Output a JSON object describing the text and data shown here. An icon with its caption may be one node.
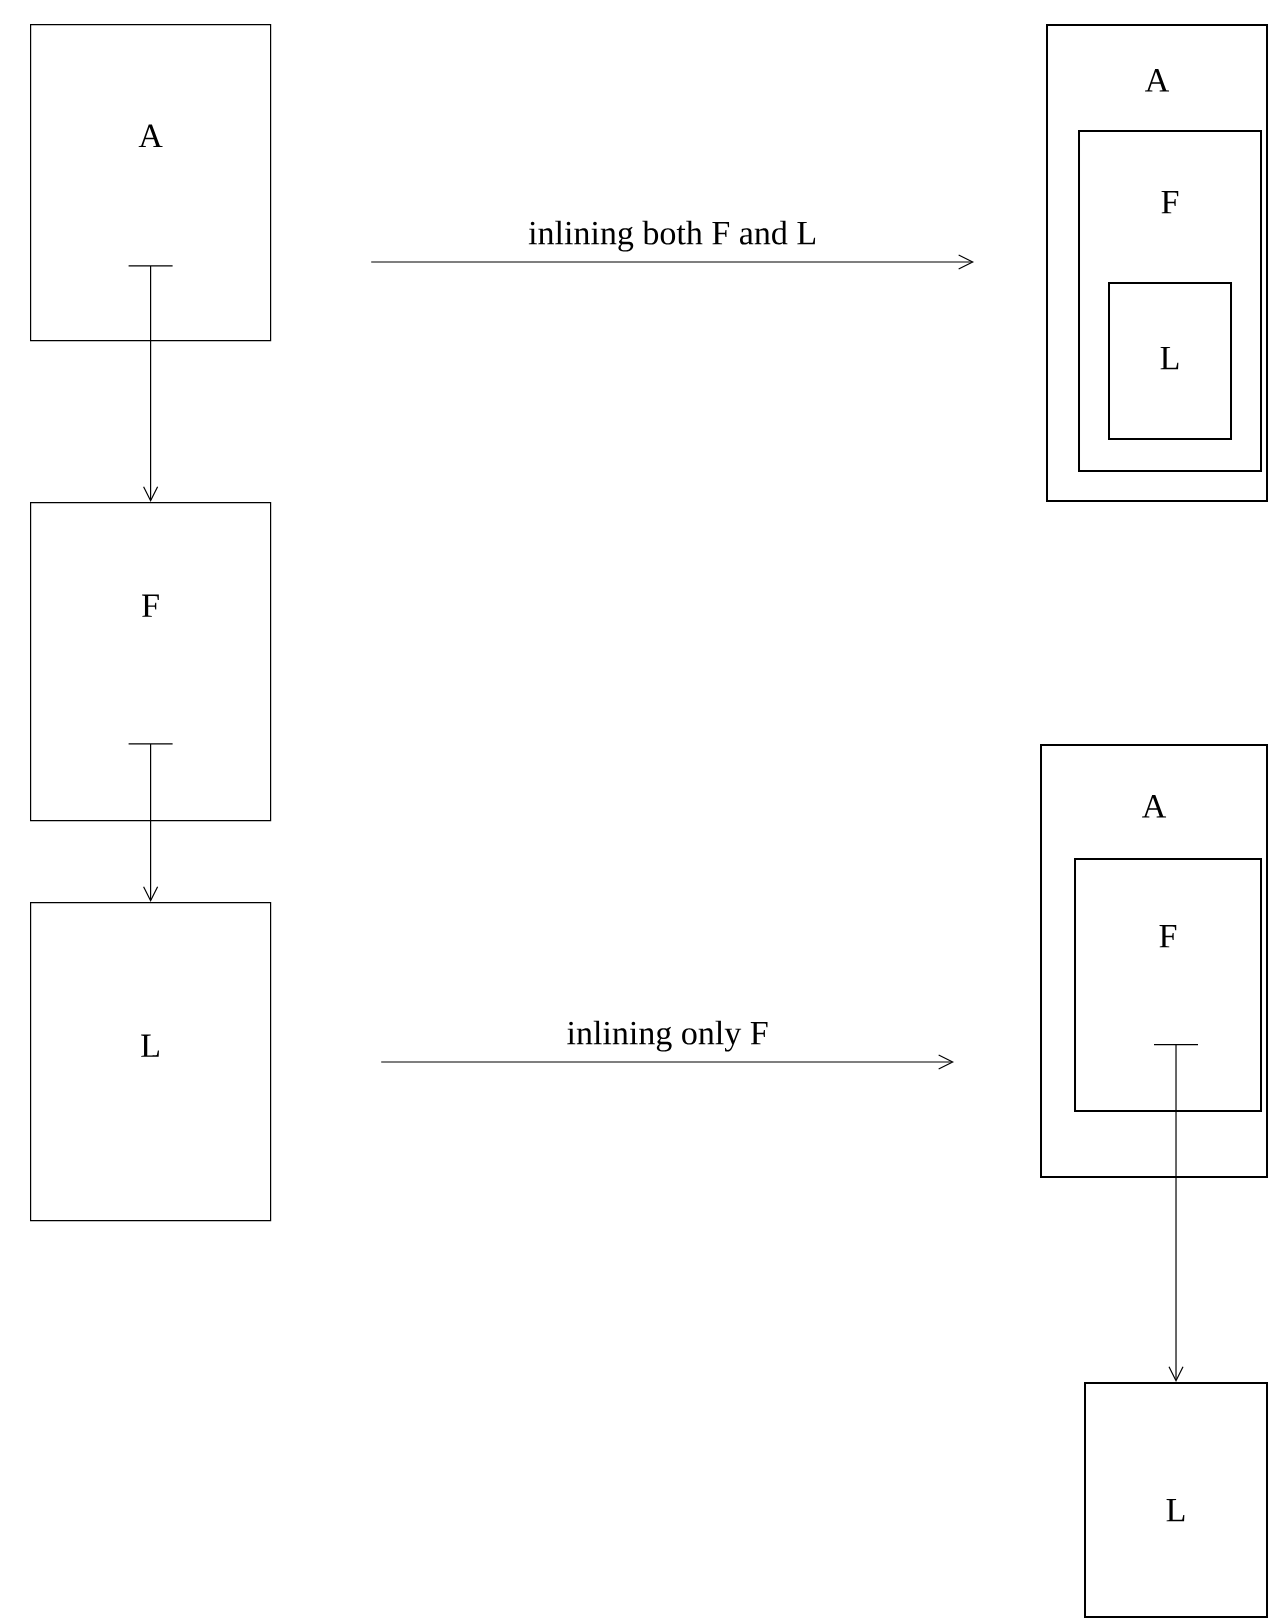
{
  "diagram": {
    "nodes": [
      {
        "text": [
          "A"
        ]
      },
      {
        "text": [
          "F"
        ]
      },
      {
        "text": [
          "L"
        ]
      },
      {
        "text": [
          "A"
        ]
      },
      {
        "text": [
          "F"
        ],
        "in": 3
      },
      {
        "text": [
          "L"
        ],
        "in": 4
      },
      {
        "text": [
          "A"
        ]
      },
      {
        "text": [
          "F"
        ],
        "in": 6
      },
      {
        "text": [
          "L"
        ]
      }
    ],
    "edges": [
      {
        "from": 0,
        "to": 1,
        "arrow": "to"
      },
      {
        "from": 1,
        "to": 2,
        "arrow": "to"
      },
      {
        "from": 0,
        "to": 3,
        "arrow": "to",
        "label": "inlining both F and L"
      },
      {
        "from": 2,
        "to": 6,
        "arrow": "to",
        "label": "inlining only F"
      },
      {
        "from": 7,
        "to": 8,
        "arrow": "to"
      }
    ]
  }
}
